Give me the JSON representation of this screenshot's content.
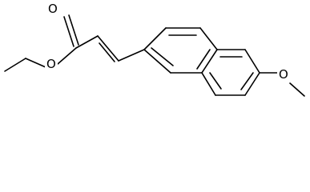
{
  "structure": {
    "atom_labels": {
      "carbonyl_oxygen": "O",
      "ester_oxygen": "O",
      "methoxy_oxygen": "O"
    },
    "colors": {
      "bond": "#000000",
      "background": "#ffffff"
    }
  }
}
